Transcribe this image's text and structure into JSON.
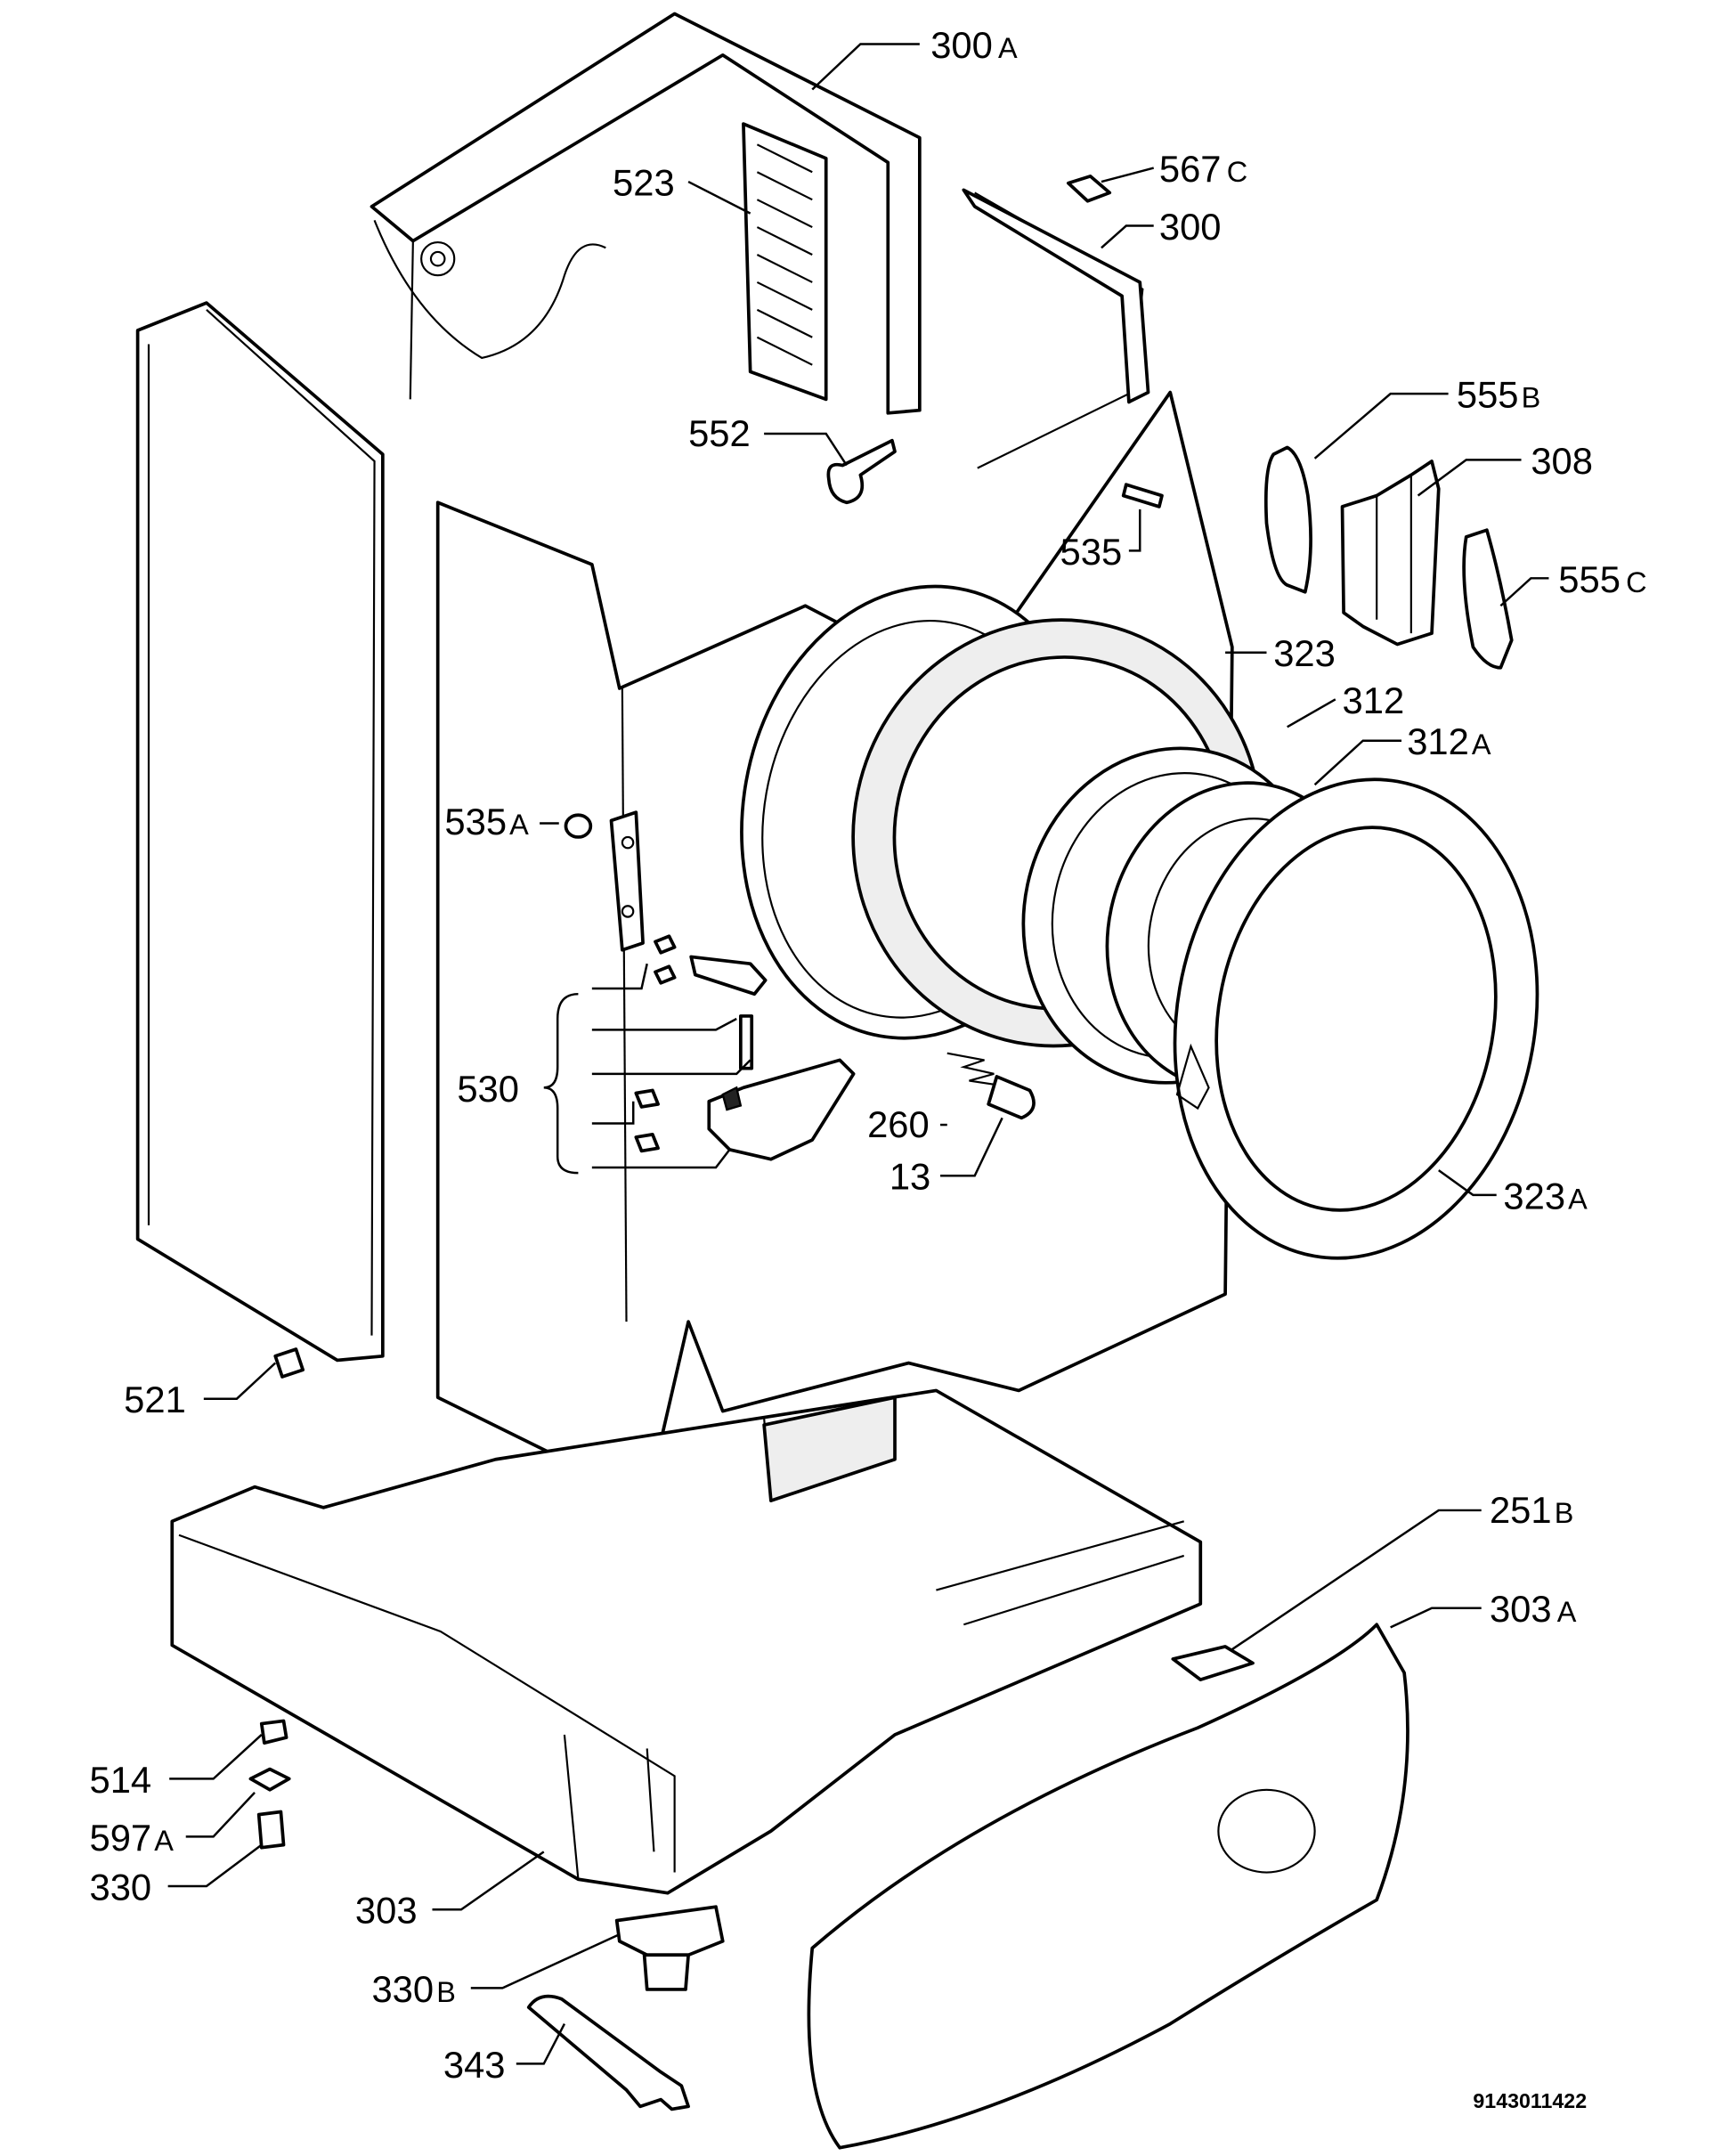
{
  "labels": {
    "p300A": {
      "num": "300",
      "suf": "A"
    },
    "p523": {
      "num": "523"
    },
    "p567C": {
      "num": "567",
      "suf": "C"
    },
    "p300": {
      "num": "300"
    },
    "p555B": {
      "num": "555",
      "suf": "B"
    },
    "p308": {
      "num": "308"
    },
    "p552": {
      "num": "552"
    },
    "p535": {
      "num": "535"
    },
    "p555C": {
      "num": "555",
      "suf": "C"
    },
    "p323": {
      "num": "323"
    },
    "p312": {
      "num": "312"
    },
    "p312A": {
      "num": "312",
      "suf": "A"
    },
    "p535A": {
      "num": "535",
      "suf": "A"
    },
    "p530": {
      "num": "530"
    },
    "p260": {
      "num": "260"
    },
    "p13": {
      "num": "13"
    },
    "p323A": {
      "num": "323",
      "suf": "A"
    },
    "p521": {
      "num": "521"
    },
    "p251B": {
      "num": "251",
      "suf": "B"
    },
    "p303A": {
      "num": "303",
      "suf": "A"
    },
    "p514": {
      "num": "514"
    },
    "p597A": {
      "num": "597",
      "suf": "A"
    },
    "p330": {
      "num": "330"
    },
    "p303": {
      "num": "303"
    },
    "p330B": {
      "num": "330",
      "suf": "B"
    },
    "p343": {
      "num": "343"
    }
  },
  "doc_number": "9143011422"
}
